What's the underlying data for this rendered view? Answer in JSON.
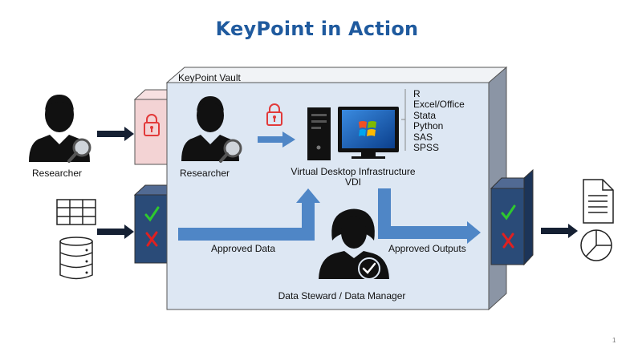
{
  "title": "KeyPoint in Action",
  "vault_label": "KeyPoint Vault",
  "researcher_outside_label": "Researcher",
  "researcher_inside_label": "Researcher",
  "vdi_label_line1": "Virtual Desktop Infrastructure",
  "vdi_label_line2": "VDI",
  "software_list": [
    "R",
    "Excel/Office",
    "Stata",
    "Python",
    "SAS",
    "SPSS"
  ],
  "approved_data_label": "Approved Data",
  "approved_outputs_label": "Approved Outputs",
  "data_steward_label": "Data Steward / Data Manager",
  "page_number": "1",
  "icons": {
    "user": "researcher-icon",
    "magnifier": "magnifier-icon",
    "lock": "lock-icon",
    "computer": "computer-icon",
    "table": "table-icon",
    "database": "database-icon",
    "check": "check-mark-icon",
    "cross": "cross-mark-icon",
    "document": "document-icon",
    "pie": "pie-chart-icon",
    "steward": "data-steward-icon"
  },
  "colors": {
    "title": "#1f5a9e",
    "vault_front": "#dde7f3",
    "vault_side": "#8b95a5",
    "gate_front": "#2a4b78",
    "flow_arrow": "#4f86c6",
    "black_arrow": "#152033",
    "check": "#2ec82e",
    "cross": "#e02020",
    "lock": "#e23a3a",
    "pink_gate": "#f3d3d4"
  }
}
